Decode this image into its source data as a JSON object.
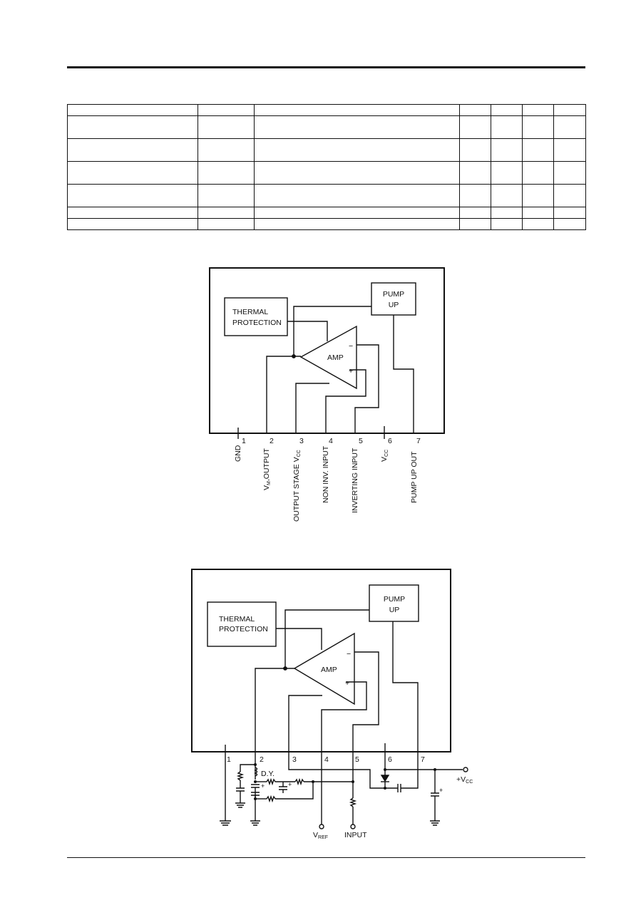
{
  "diagram1": {
    "blocks": {
      "thermal": [
        "THERMAL",
        "PROTECTION"
      ],
      "pump": [
        "PUMP",
        "UP"
      ],
      "amp": "AMP",
      "minus": "−",
      "plus": "+"
    },
    "pins": [
      {
        "num": "1",
        "label": "GND"
      },
      {
        "num": "2",
        "label": "VM,OUTPUT",
        "base": "V",
        "sub": "M",
        "rest": ",OUTPUT"
      },
      {
        "num": "3",
        "label": "OUTPUT STAGE VCC",
        "base": "OUTPUT STAGE V",
        "sub": "CC"
      },
      {
        "num": "4",
        "label": "NON INV. INPUT"
      },
      {
        "num": "5",
        "label": "INVERTING INPUT"
      },
      {
        "num": "6",
        "label": "VCC",
        "base": "V",
        "sub": "CC"
      },
      {
        "num": "7",
        "label": "PUMP UP OUT"
      }
    ]
  },
  "diagram2": {
    "blocks": {
      "thermal": [
        "THERMAL",
        "PROTECTION"
      ],
      "pump": [
        "PUMP",
        "UP"
      ],
      "amp": "AMP",
      "minus": "−",
      "plus": "+"
    },
    "pin_numbers": [
      "1",
      "2",
      "3",
      "4",
      "5",
      "6",
      "7"
    ],
    "dy_label": "D.Y.",
    "vref": {
      "base": "V",
      "sub": "REF"
    },
    "input_label": "INPUT",
    "vcc": {
      "base": "+V",
      "sub": "CC"
    },
    "cap_plus": "+"
  }
}
